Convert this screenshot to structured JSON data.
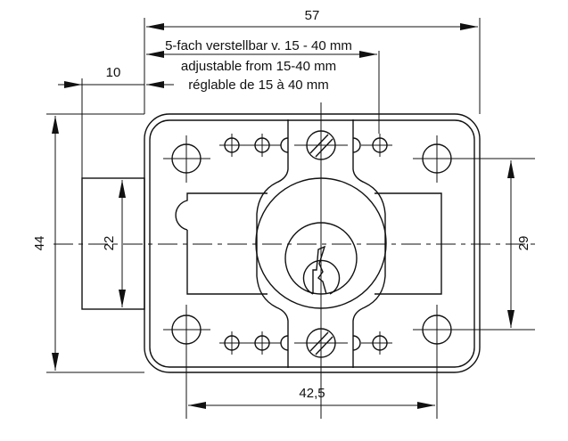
{
  "dimensions": {
    "overall_width": "57",
    "adjustable_de": "5-fach verstellbar v. 15 - 40 mm",
    "adjustable_en": "adjustable from 15-40 mm",
    "adjustable_fr": "réglable de 15 à 40 mm",
    "bolt_projection": "10",
    "overall_height": "44",
    "bolt_height": "22",
    "hole_vertical_spacing": "29",
    "hole_horizontal_spacing": "42,5"
  }
}
